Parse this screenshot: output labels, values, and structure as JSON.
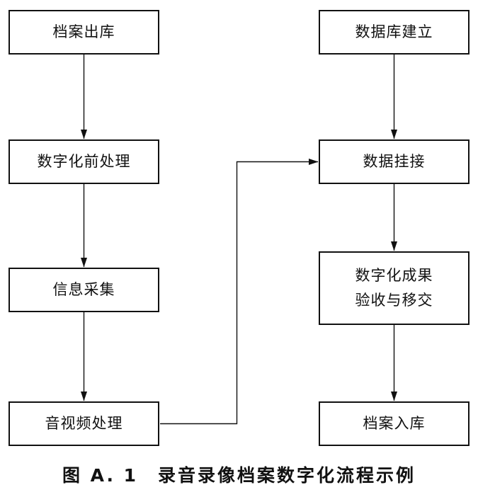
{
  "figure": {
    "caption": "图 A. 1　录音录像档案数字化流程示例",
    "nodes": {
      "archive_checkout": "档案出库",
      "pre_digitization": "数字化前处理",
      "info_capture": "信息采集",
      "av_processing": "音视频处理",
      "database_setup": "数据库建立",
      "data_linking": "数据挂接",
      "acceptance_line1": "数字化成果",
      "acceptance_line2": "验收与移交",
      "archive_storage": "档案入库"
    },
    "edges": [
      "档案出库→数字化前处理",
      "数字化前处理→信息采集",
      "信息采集→音视频处理",
      "音视频处理→数据挂接",
      "数据库建立→数据挂接",
      "数据挂接→数字化成果验收与移交",
      "数字化成果验收与移交→档案入库"
    ]
  }
}
